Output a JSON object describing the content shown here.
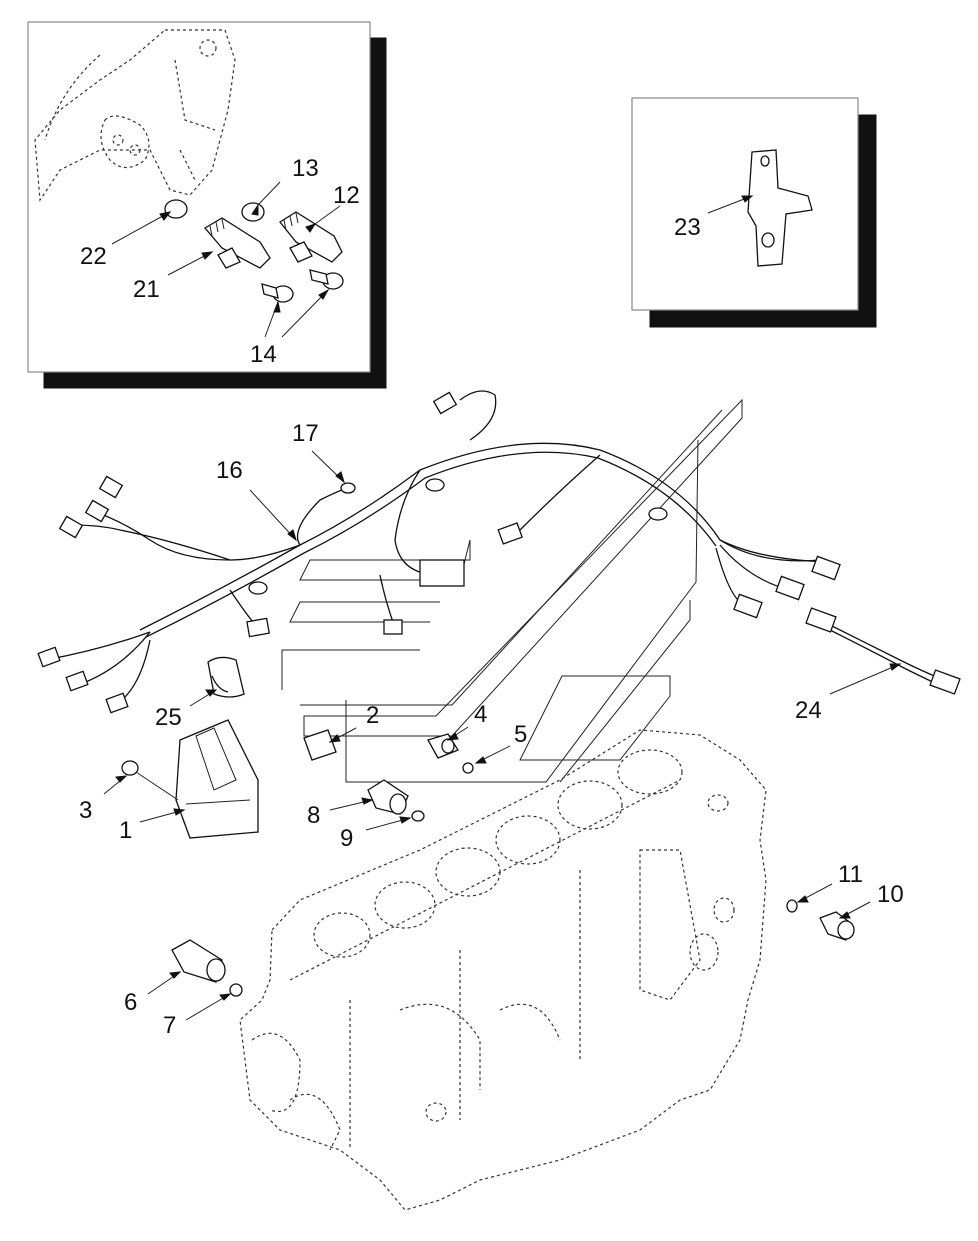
{
  "diagram": {
    "callouts": {
      "c1": "1",
      "c2": "2",
      "c3": "3",
      "c4": "4",
      "c5": "5",
      "c6": "6",
      "c7": "7",
      "c8": "8",
      "c9": "9",
      "c10": "10",
      "c11": "11",
      "c12": "12",
      "c13": "13",
      "c14": "14",
      "c16": "16",
      "c17": "17",
      "c21": "21",
      "c22": "22",
      "c23": "23",
      "c24": "24",
      "c25": "25"
    },
    "colors": {
      "ink": "#111111",
      "shadow": "#111111",
      "paper": "#ffffff"
    },
    "insets": [
      "detail-speed-sensors",
      "detail-bracket"
    ]
  }
}
